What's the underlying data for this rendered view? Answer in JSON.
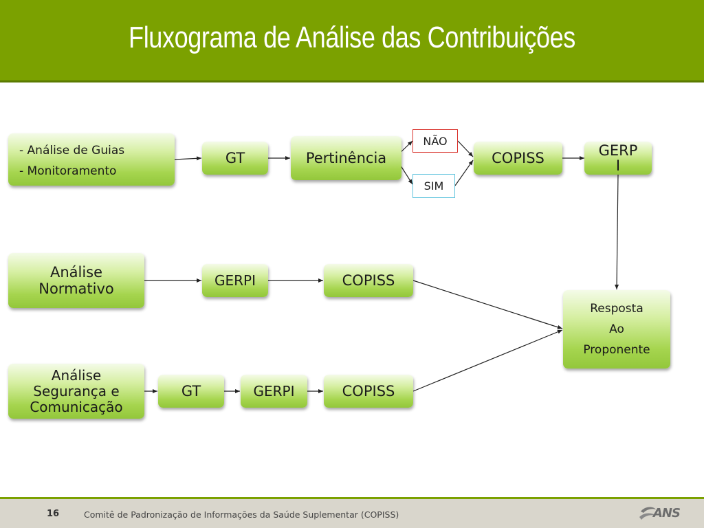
{
  "title": "Fluxograma de Análise das Contribuições",
  "rows": {
    "row1": {
      "source_items": [
        "- Análise de Guias",
        "- Monitoramento"
      ],
      "gt": "GT",
      "pertinencia": "Pertinência",
      "nao": "NÃO",
      "sim": "SIM",
      "copiss": "COPISS",
      "gerpi_lines": [
        "GERP",
        "I"
      ]
    },
    "row2": {
      "source_lines": [
        "Análise",
        "Normativo"
      ],
      "gerpi": "GERPI",
      "copiss": "COPISS"
    },
    "row3": {
      "source_lines": [
        "Análise",
        "Segurança e",
        "Comunicação"
      ],
      "gt": "GT",
      "gerpi": "GERPI",
      "copiss": "COPISS"
    }
  },
  "resposta_lines": [
    "Resposta",
    "Ao",
    "Proponente"
  ],
  "colors": {
    "header": "#7ba100",
    "node_green": "#a6d54f",
    "nao_border": "#d9312b",
    "sim_border": "#5fc3dd",
    "footer": "#d9d6cc"
  },
  "footer": {
    "page_number": "16",
    "text": "Comitê de Padronização de Informações da Saúde Suplementar (COPISS)",
    "logo": "ANS"
  }
}
